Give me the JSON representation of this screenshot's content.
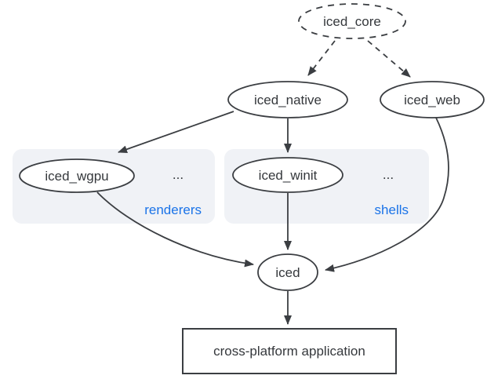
{
  "nodes": {
    "iced_core": {
      "label": "iced_core"
    },
    "iced_native": {
      "label": "iced_native"
    },
    "iced_web": {
      "label": "iced_web"
    },
    "iced_wgpu": {
      "label": "iced_wgpu"
    },
    "iced_winit": {
      "label": "iced_winit"
    },
    "iced": {
      "label": "iced"
    },
    "app": {
      "label": "cross-platform application"
    }
  },
  "groups": {
    "renderers": {
      "label": "renderers",
      "ellipsis": "..."
    },
    "shells": {
      "label": "shells",
      "ellipsis": "..."
    }
  },
  "edges": [
    {
      "from": "iced_core",
      "to": "iced_native",
      "style": "dashed"
    },
    {
      "from": "iced_core",
      "to": "iced_web",
      "style": "dashed"
    },
    {
      "from": "iced_native",
      "to": "iced_wgpu",
      "style": "solid"
    },
    {
      "from": "iced_native",
      "to": "iced_winit",
      "style": "solid"
    },
    {
      "from": "iced_winit",
      "to": "iced",
      "style": "solid"
    },
    {
      "from": "iced_wgpu",
      "to": "iced",
      "style": "solid"
    },
    {
      "from": "iced_web",
      "to": "iced",
      "style": "solid"
    },
    {
      "from": "iced",
      "to": "app",
      "style": "solid"
    }
  ],
  "colors": {
    "accent_blue": "#1a73e8",
    "group_background": "#f0f2f6",
    "stroke": "#3b3e42"
  }
}
